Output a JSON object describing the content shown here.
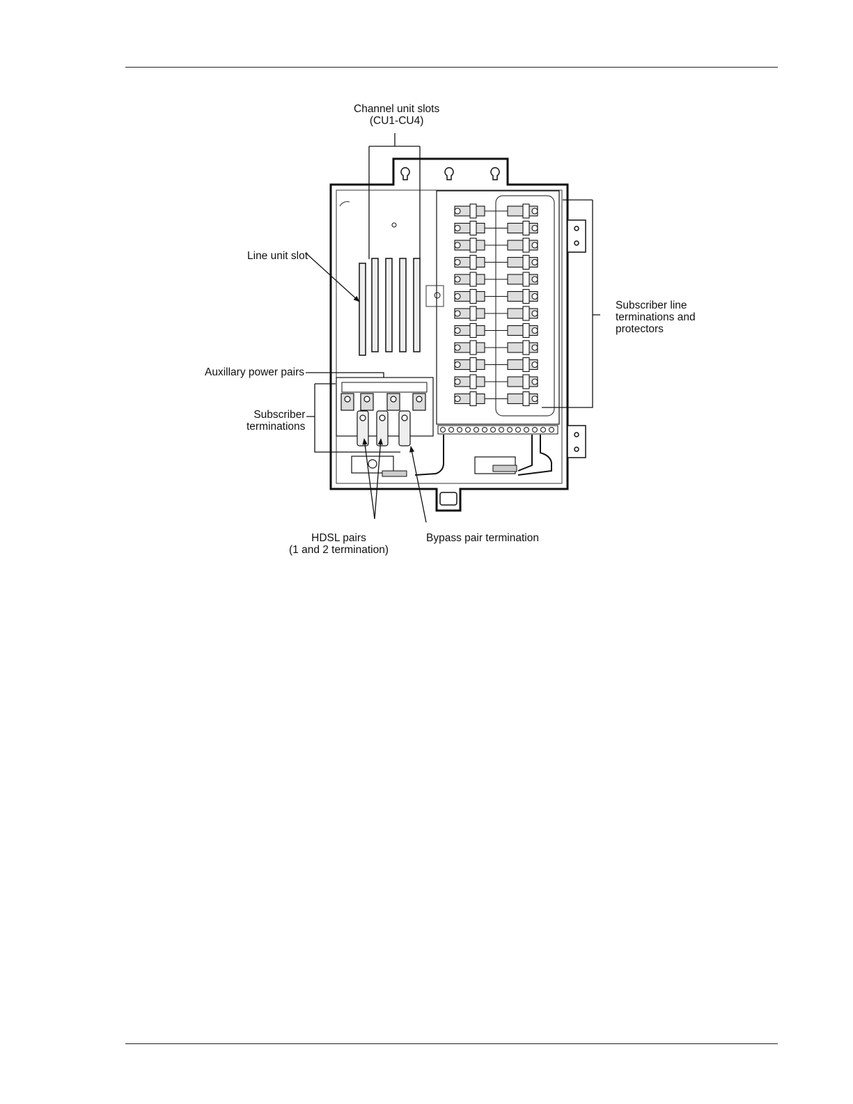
{
  "labels": {
    "channel_slots": "Channel unit slots\n(CU1-CU4)",
    "line_unit_slot": "Line unit slot",
    "aux_power": "Auxillary power pairs",
    "subscriber_terminations": "Subscriber\nterminations",
    "subscriber_line": "Subscriber line\nterminations and\nprotectors",
    "hdsl_pairs": "HDSL pairs\n(1 and 2 termination)",
    "bypass": "Bypass pair termination"
  }
}
